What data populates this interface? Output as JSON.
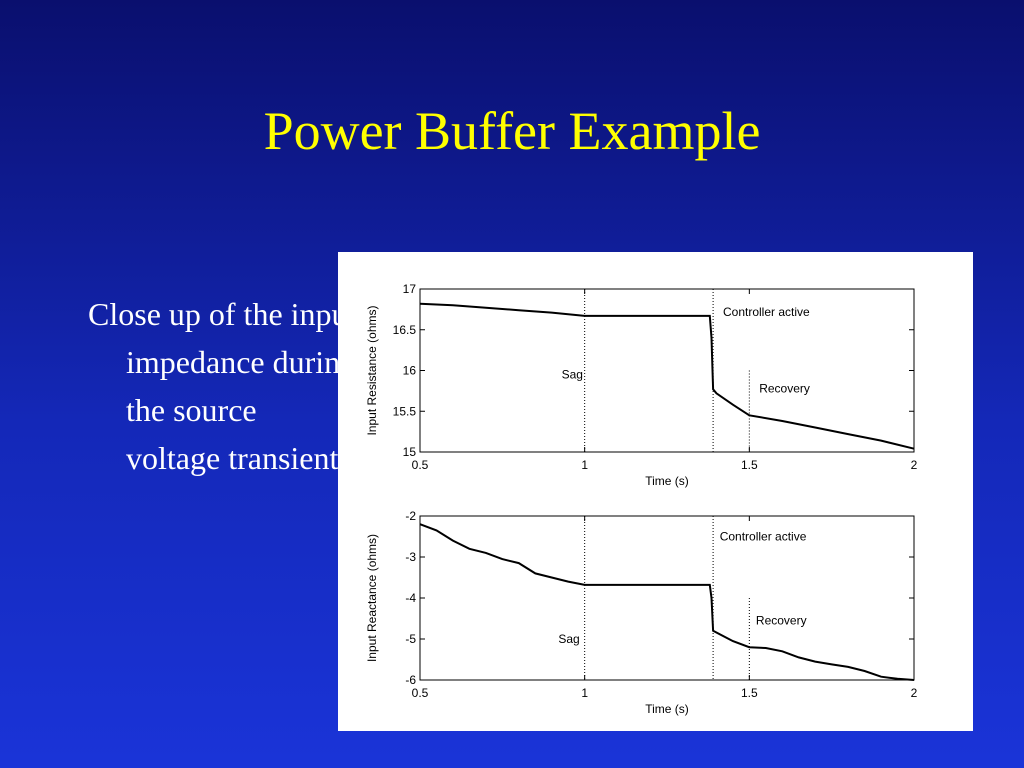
{
  "slide": {
    "title": "Power Buffer Example",
    "bullet": "Close up of the input impedance during the source voltage transient."
  },
  "colors": {
    "title": "#ffff00",
    "text": "#ffffff",
    "line": "#000000"
  },
  "chart_data": [
    {
      "type": "line",
      "xlabel": "Time (s)",
      "ylabel": "Input Resistance (ohms)",
      "xlim": [
        0.5,
        2
      ],
      "ylim": [
        15,
        17
      ],
      "xticks": [
        "0.5",
        "1",
        "1.5",
        "2"
      ],
      "yticks": [
        "15",
        "15.5",
        "16",
        "16.5",
        "17"
      ],
      "grid": false,
      "series": [
        {
          "x": [
            0.5,
            0.6,
            0.7,
            0.8,
            0.9,
            1.0,
            1.1,
            1.2,
            1.3,
            1.38,
            1.385,
            1.39,
            1.4,
            1.45,
            1.5,
            1.6,
            1.7,
            1.8,
            1.9,
            2.0
          ],
          "y": [
            16.82,
            16.8,
            16.77,
            16.74,
            16.71,
            16.67,
            16.67,
            16.67,
            16.67,
            16.67,
            16.4,
            15.77,
            15.72,
            15.58,
            15.45,
            15.38,
            15.3,
            15.22,
            15.14,
            15.04
          ]
        }
      ],
      "vlines": [
        1.0,
        1.39,
        1.5
      ],
      "annotations": [
        {
          "text": "Sag",
          "x": 0.93,
          "y": 15.9
        },
        {
          "text": "Controller active",
          "x": 1.42,
          "y": 16.67
        },
        {
          "text": "Recovery",
          "x": 1.53,
          "y": 15.73
        }
      ]
    },
    {
      "type": "line",
      "xlabel": "Time (s)",
      "ylabel": "Input Reactance (ohms)",
      "xlim": [
        0.5,
        2
      ],
      "ylim": [
        -6,
        -2
      ],
      "xticks": [
        "0.5",
        "1",
        "1.5",
        "2"
      ],
      "yticks": [
        "-6",
        "-5",
        "-4",
        "-3",
        "-2"
      ],
      "grid": false,
      "series": [
        {
          "x": [
            0.5,
            0.55,
            0.6,
            0.65,
            0.7,
            0.75,
            0.8,
            0.85,
            0.9,
            0.95,
            1.0,
            1.1,
            1.2,
            1.3,
            1.38,
            1.385,
            1.39,
            1.45,
            1.5,
            1.55,
            1.6,
            1.65,
            1.7,
            1.75,
            1.8,
            1.85,
            1.9,
            1.95,
            2.0
          ],
          "y": [
            -2.2,
            -2.35,
            -2.6,
            -2.8,
            -2.9,
            -3.05,
            -3.15,
            -3.4,
            -3.5,
            -3.6,
            -3.68,
            -3.68,
            -3.68,
            -3.68,
            -3.68,
            -4.0,
            -4.8,
            -5.05,
            -5.2,
            -5.22,
            -5.3,
            -5.45,
            -5.55,
            -5.62,
            -5.68,
            -5.78,
            -5.92,
            -5.97,
            -6.0
          ]
        }
      ],
      "vlines": [
        1.0,
        1.39,
        1.5
      ],
      "annotations": [
        {
          "text": "Sag",
          "x": 0.92,
          "y": -5.1
        },
        {
          "text": "Controller active",
          "x": 1.41,
          "y": -2.6
        },
        {
          "text": "Recovery",
          "x": 1.52,
          "y": -4.65
        }
      ]
    }
  ]
}
